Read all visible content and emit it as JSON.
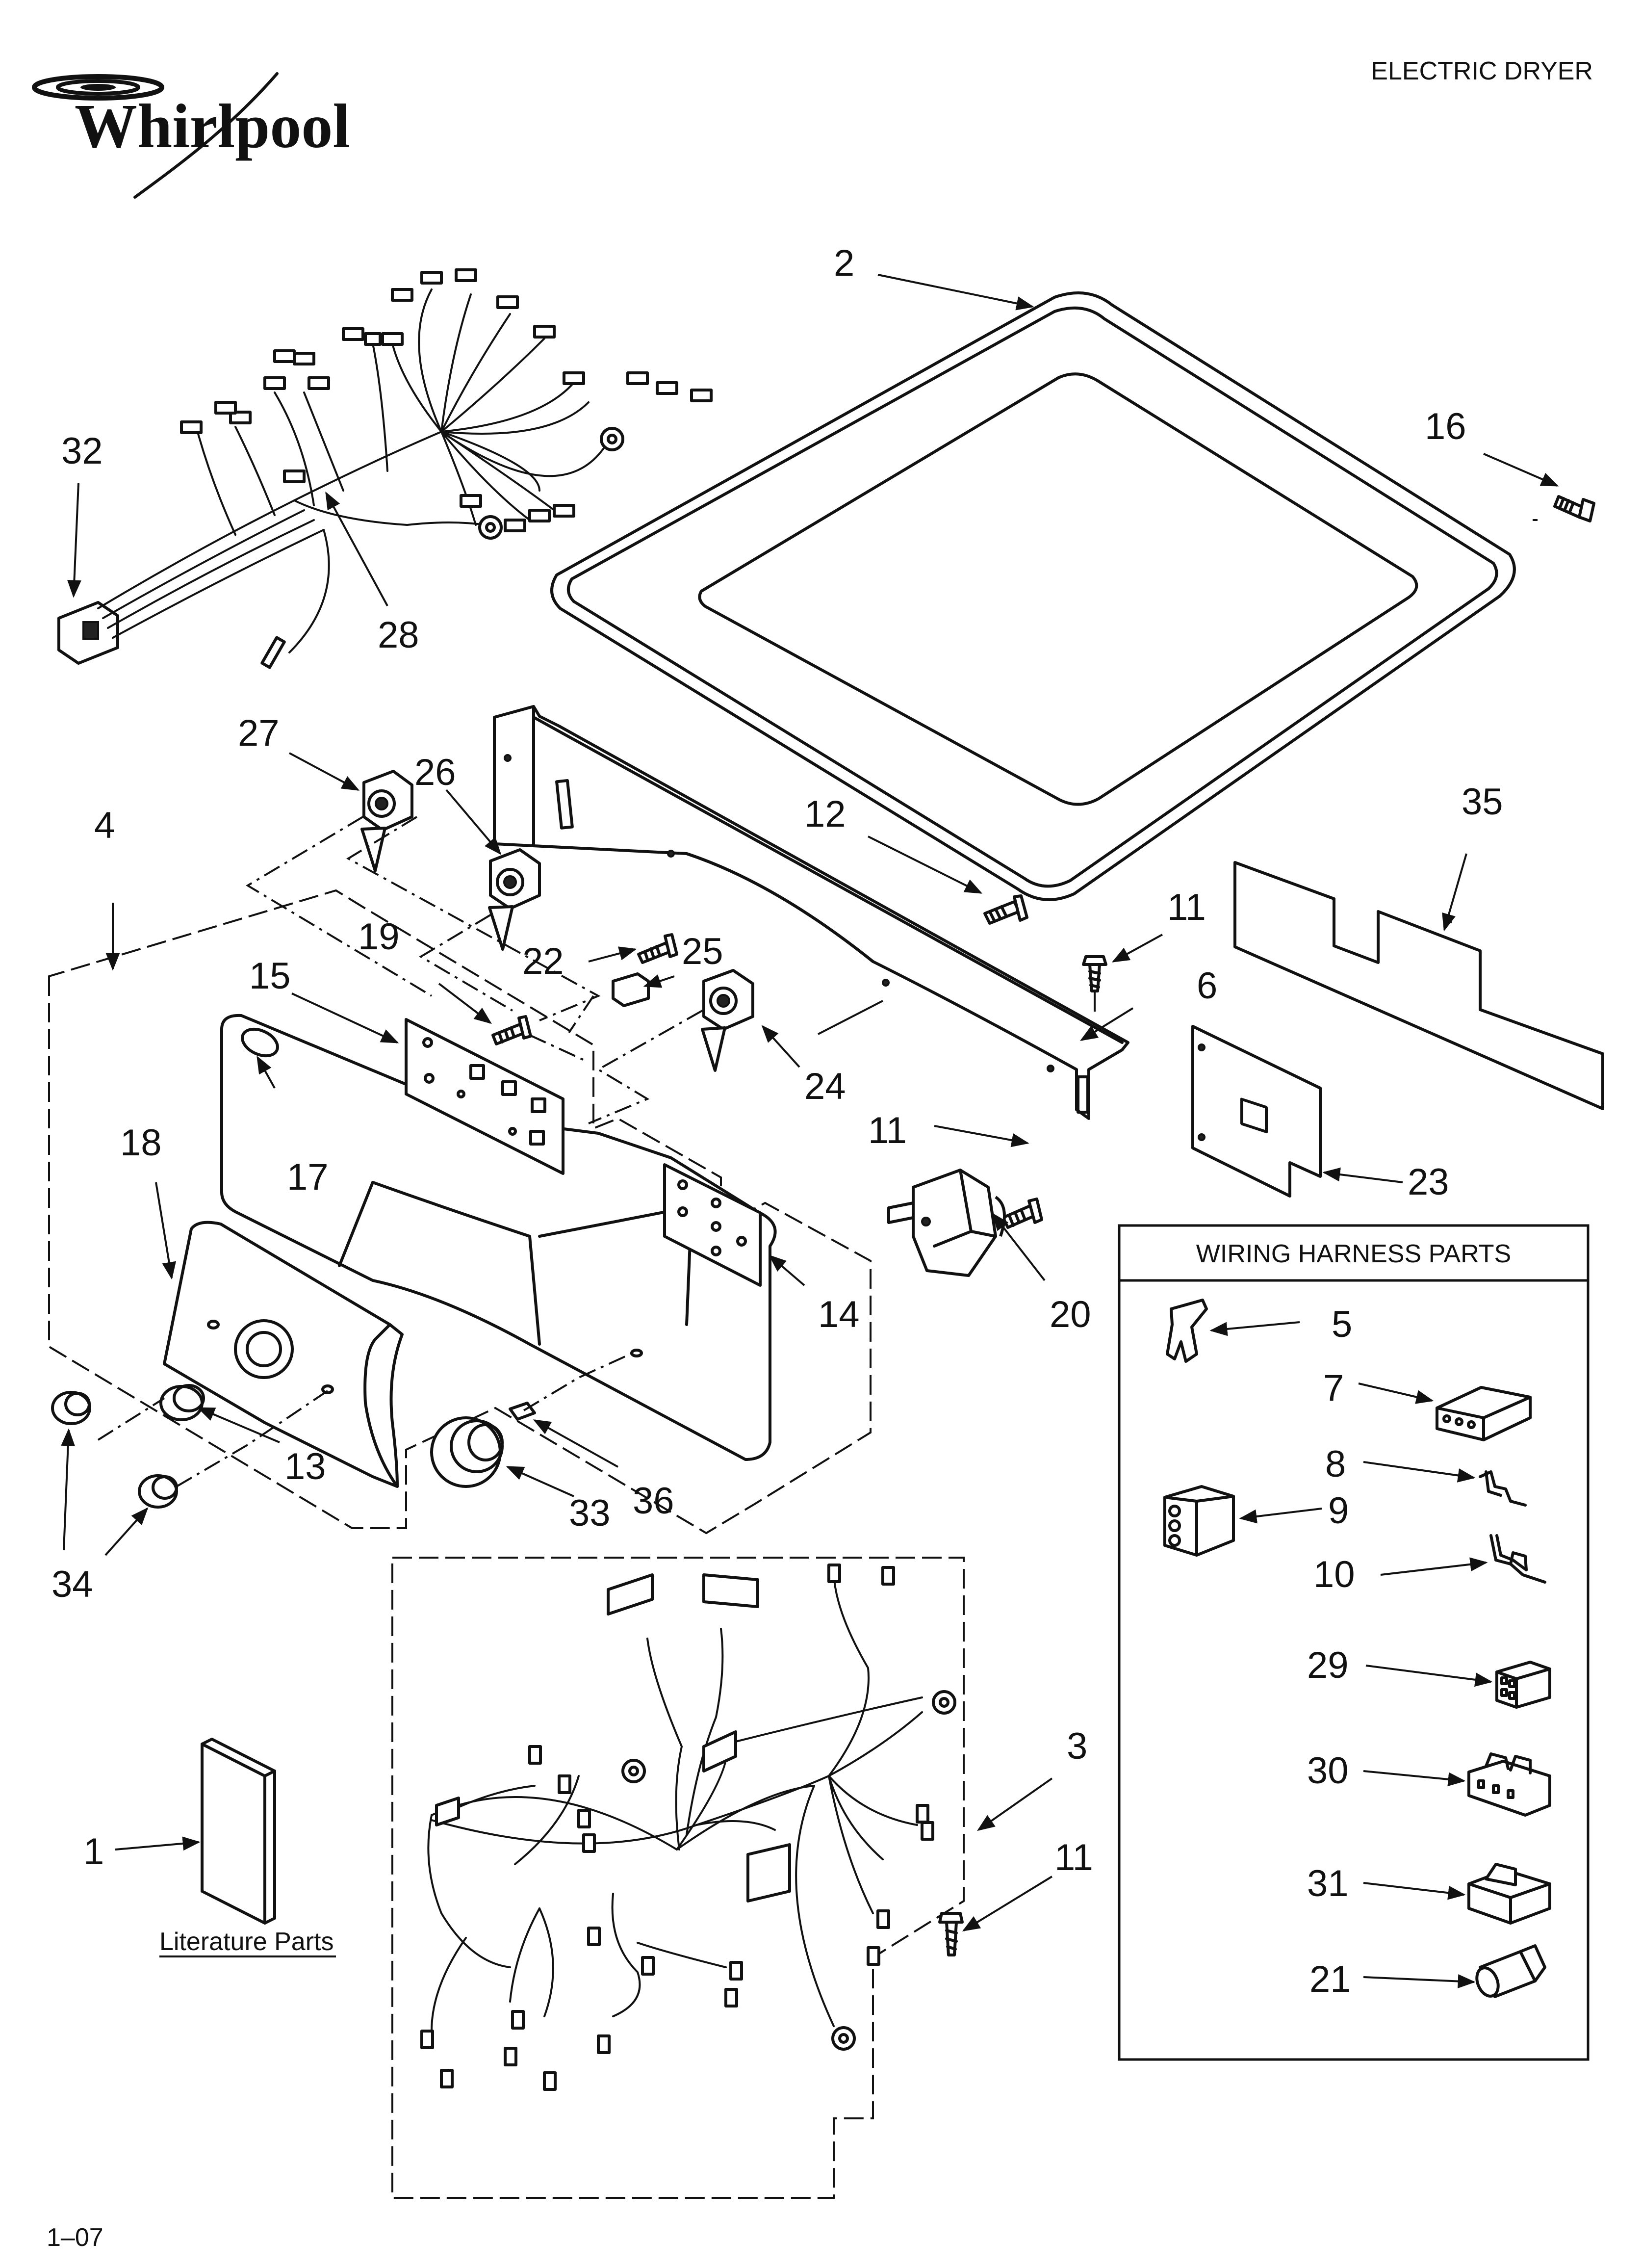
{
  "header": {
    "brand": "Whirlpool",
    "product_type": "ELECTRIC DRYER"
  },
  "footer": {
    "page_code": "1–07"
  },
  "literature": {
    "label": "Literature Parts"
  },
  "wiring_box": {
    "title": "WIRING HARNESS PARTS"
  },
  "callouts": [
    "1",
    "2",
    "3",
    "4",
    "5",
    "6",
    "7",
    "8",
    "9",
    "10",
    "11",
    "12",
    "13",
    "14",
    "15",
    "16",
    "17",
    "18",
    "19",
    "20",
    "21",
    "22",
    "23",
    "24",
    "25",
    "26",
    "27",
    "28",
    "29",
    "30",
    "31",
    "32",
    "33",
    "34",
    "35",
    "36"
  ]
}
